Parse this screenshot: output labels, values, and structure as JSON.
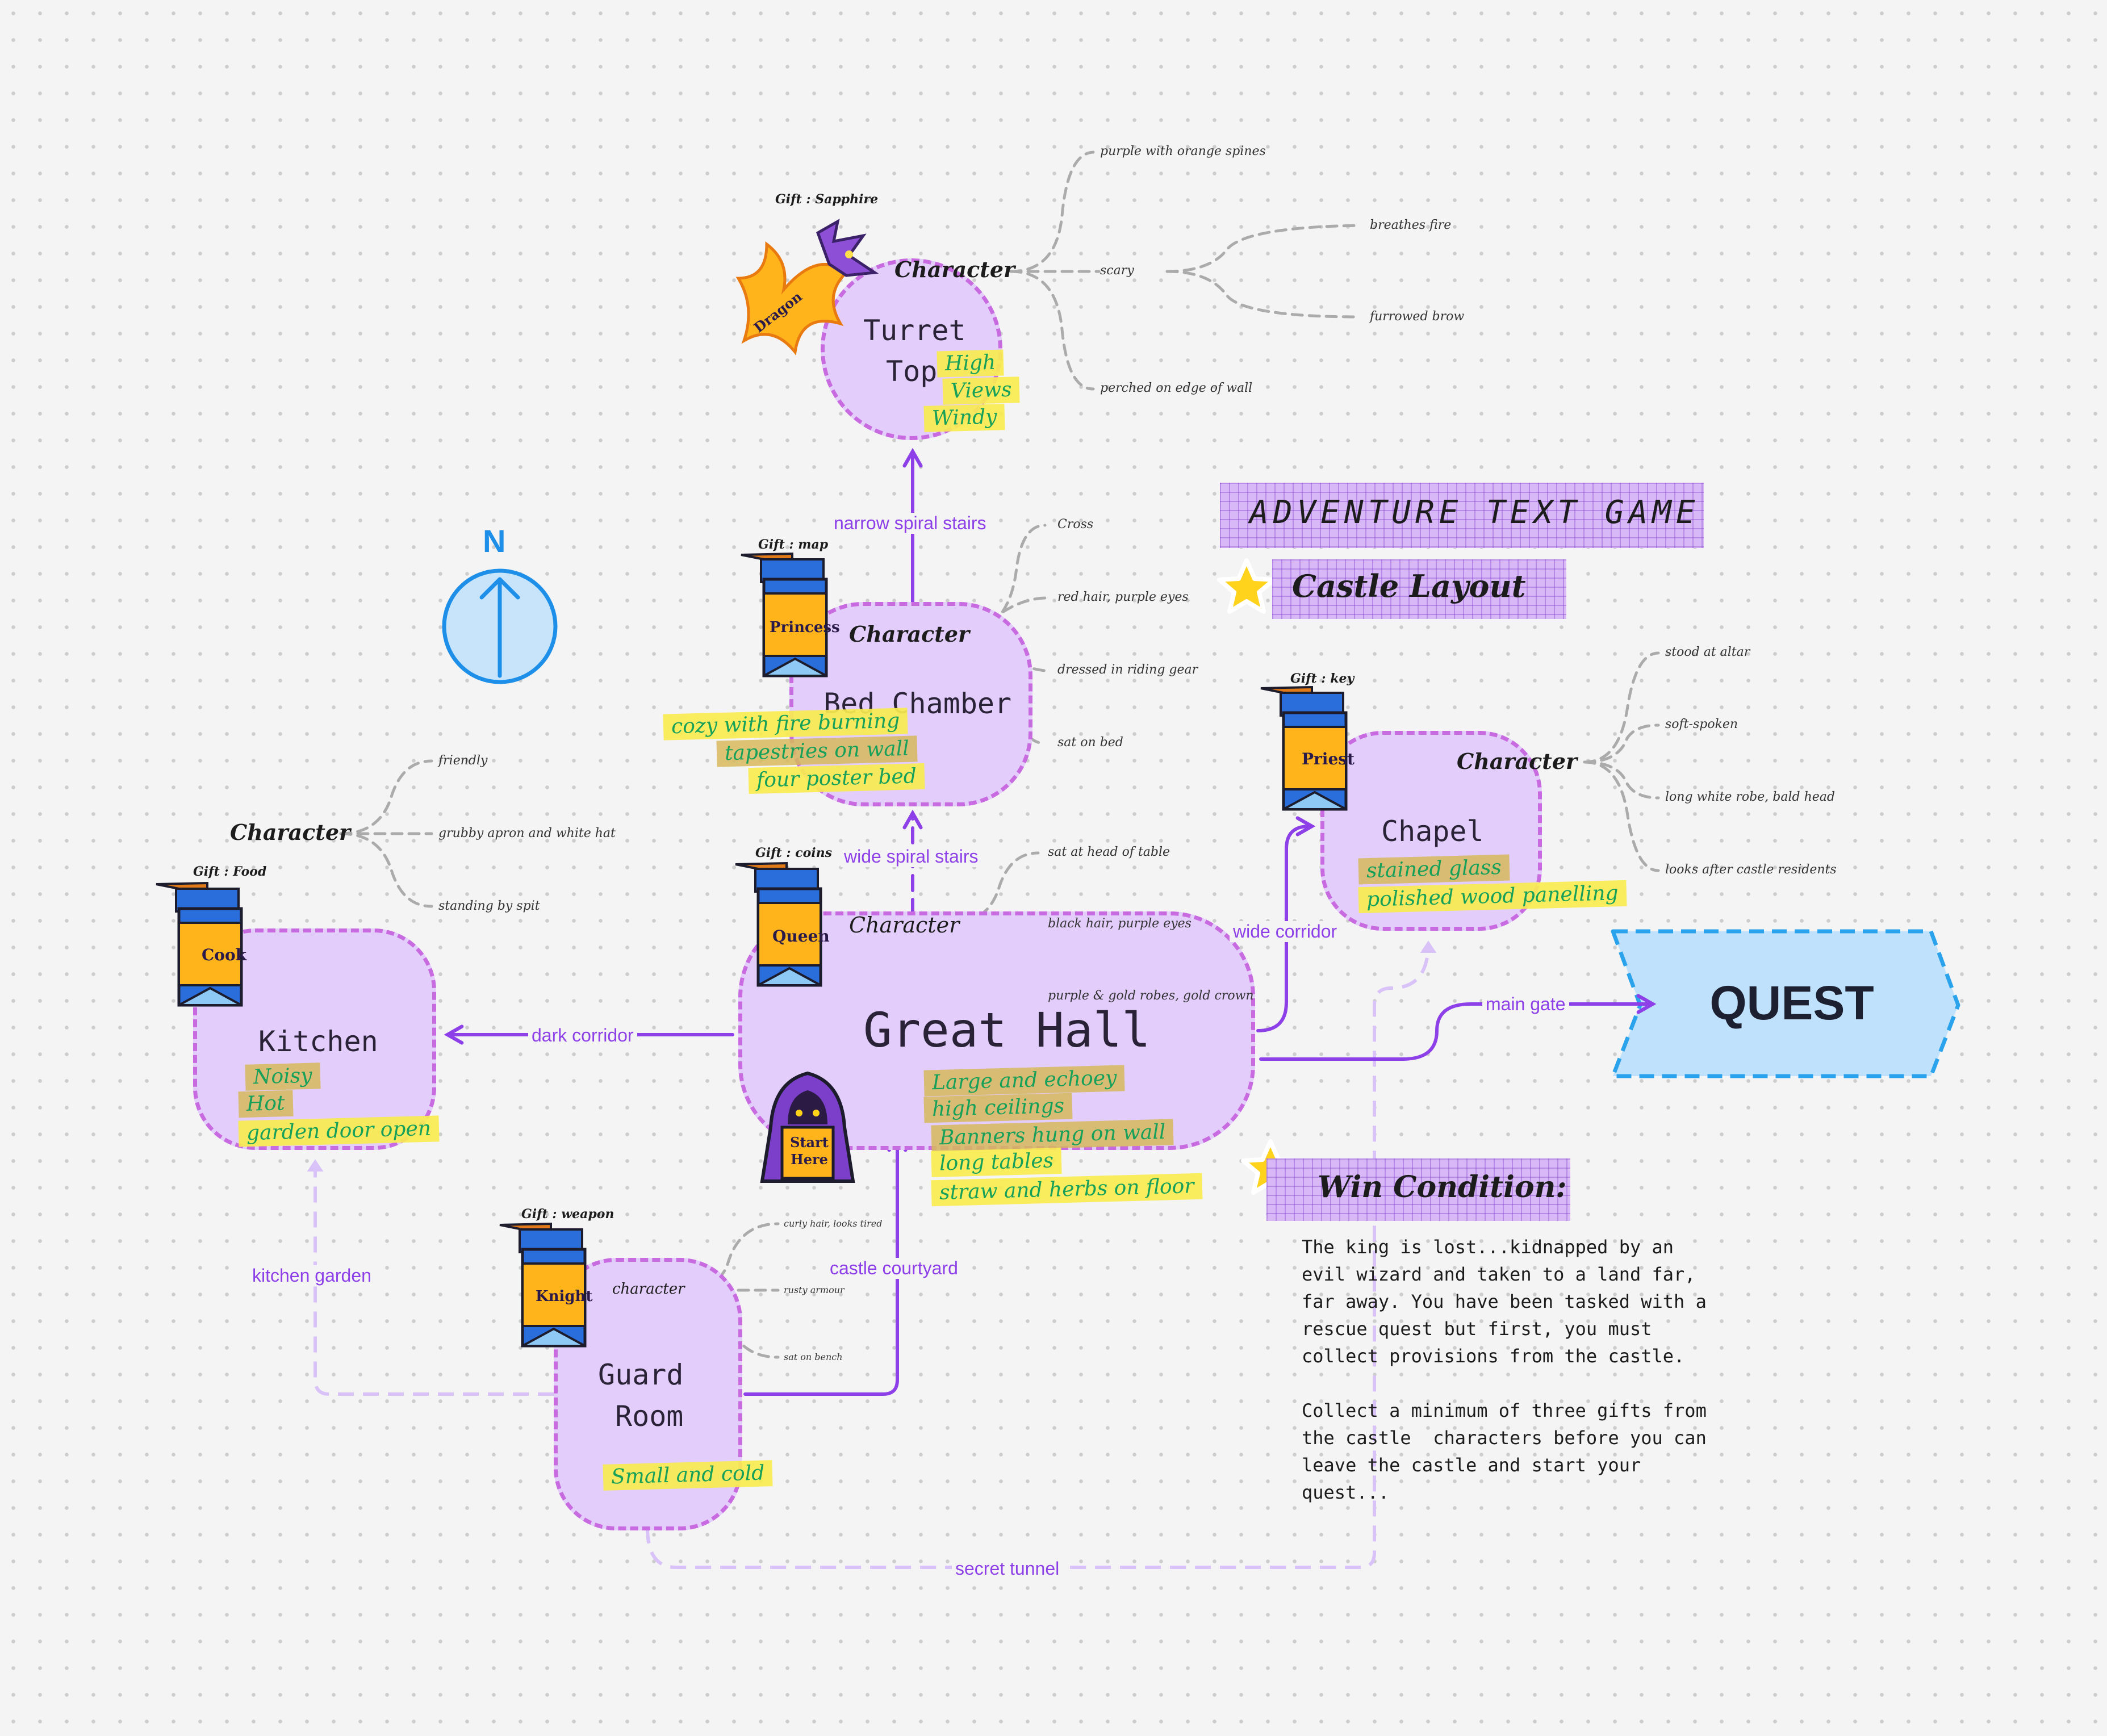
{
  "title": {
    "line1": "ADVENTURE TEXT GAME",
    "line2": "Castle Layout"
  },
  "compass": {
    "letter": "N"
  },
  "quest": {
    "label": "QUEST"
  },
  "win_condition": {
    "heading": "Win Condition:",
    "body": "The king is lost...kidnapped by an\nevil wizard and taken to a land far,\nfar away. You have been tasked with a\nrescue quest but first, you must\ncollect provisions from the castle.\n\nCollect a minimum of three gifts from\nthe castle  characters before you can\nleave the castle and start your\nquest..."
  },
  "start_badge": "Start Here",
  "character_label": "Character",
  "character_label_small": "character",
  "rooms": {
    "turret_top": {
      "title_line1": "Turret",
      "title_line2": "Top",
      "notes": [
        "High",
        "Views",
        "Windy"
      ]
    },
    "bed_chamber": {
      "title": "Bed Chamber",
      "notes": [
        "cozy with fire burning",
        "tapestries on wall",
        "four poster bed"
      ]
    },
    "great_hall": {
      "title": "Great Hall",
      "notes": [
        "Large and echoey",
        "high ceilings",
        "Banners hung on wall",
        "long tables",
        "straw and herbs on floor"
      ]
    },
    "kitchen": {
      "title": "Kitchen",
      "notes": [
        "Noisy",
        "Hot",
        "garden door open"
      ]
    },
    "chapel": {
      "title": "Chapel",
      "notes": [
        "stained glass",
        "polished wood panelling"
      ]
    },
    "guard_room": {
      "title_line1": "Guard",
      "title_line2": "Room",
      "notes": [
        "Small and cold"
      ]
    }
  },
  "paths": {
    "narrow_spiral_stairs": "narrow spiral stairs",
    "wide_spiral_stairs": "wide spiral stairs",
    "dark_corridor": "dark corridor",
    "wide_corridor": "wide corridor",
    "main_gate": "main gate",
    "castle_courtyard": "castle courtyard",
    "kitchen_garden": "kitchen garden",
    "secret_tunnel": "secret tunnel"
  },
  "characters": {
    "dragon": {
      "name": "Dragon",
      "gift": "Gift : Sapphire",
      "traits": [
        "purple with orange spines",
        "scary",
        "breathes fire",
        "furrowed brow",
        "perched on edge of wall"
      ]
    },
    "princess": {
      "name": "Princess",
      "gift": "Gift : map",
      "traits": [
        "Cross",
        "red hair, purple eyes",
        "dressed in riding gear",
        "sat on bed"
      ]
    },
    "queen": {
      "name": "Queen",
      "gift": "Gift : coins",
      "traits": [
        "sat at head of table",
        "black hair, purple eyes",
        "purple & gold robes, gold crown"
      ]
    },
    "cook": {
      "name": "Cook",
      "gift": "Gift : Food",
      "traits": [
        "friendly",
        "grubby apron and white hat",
        "standing by spit"
      ]
    },
    "priest": {
      "name": "Priest",
      "gift": "Gift : key",
      "traits": [
        "stood at altar",
        "soft-spoken",
        "long white robe, bald head",
        "looks after castle residents"
      ]
    },
    "knight": {
      "name": "Knight",
      "gift": "Gift : weapon",
      "traits": [
        "curly hair, looks tired",
        "rusty armour",
        "sat on bench"
      ]
    }
  },
  "colors": {
    "room_fill": "#e3cdfb",
    "room_border": "#c86be0",
    "path": "#8d3fe8",
    "path_faint": "#d8c2f8",
    "trait_line": "#ababab",
    "quest_fill": "#bfe1fb",
    "quest_border": "#2ba3ec",
    "compass": "#1d8fe8",
    "note_green": "#16a05a"
  },
  "icons": [
    "compass-icon",
    "star-icon",
    "dragon-icon",
    "banner-icon",
    "hooded-figure-icon"
  ]
}
